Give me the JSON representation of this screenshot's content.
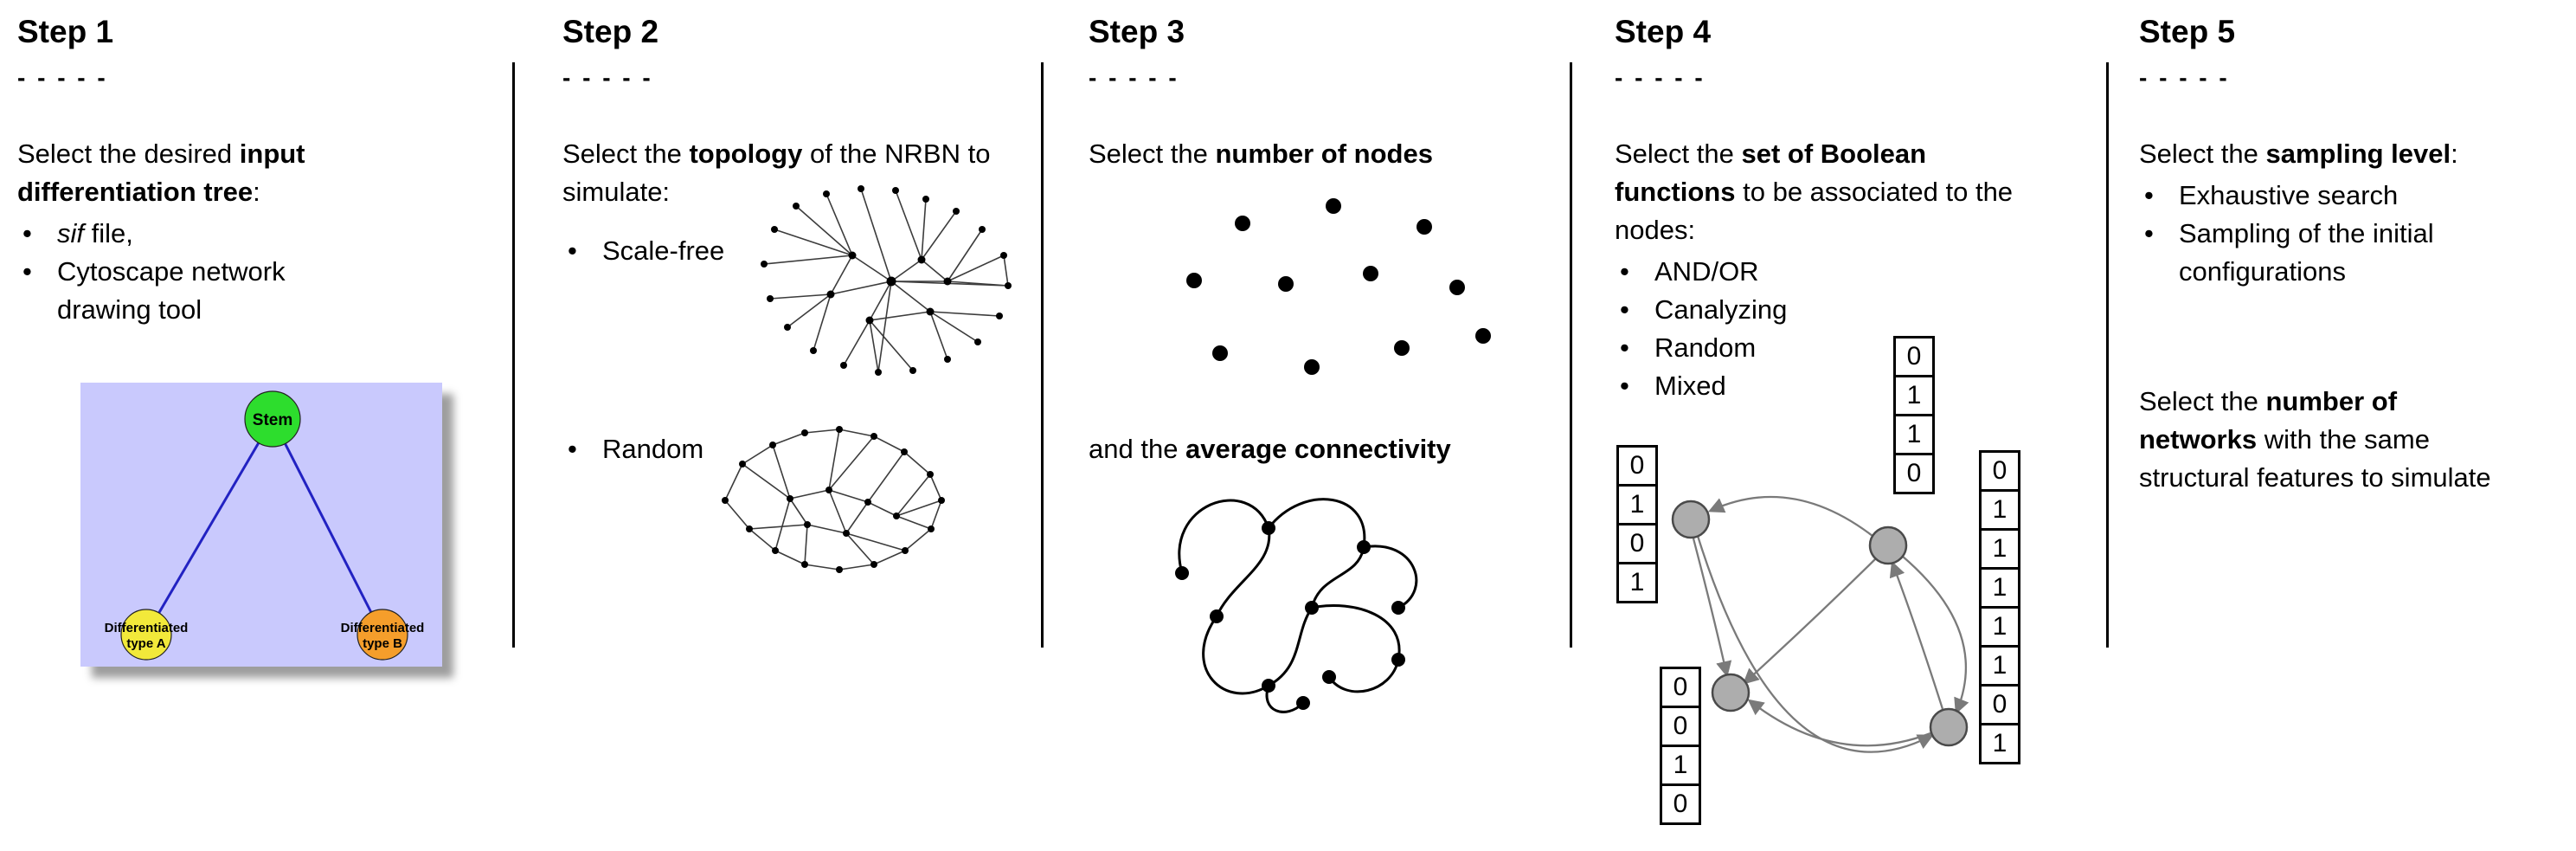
{
  "ui": {
    "bullet_char": "•",
    "divider_color": "#000000",
    "background": "#ffffff"
  },
  "steps": [
    {
      "title": "Step 1",
      "dashes": "- - - - -",
      "intro_pre": "Select the desired ",
      "intro_bold": "input differentiation tree",
      "intro_post": ":",
      "bullet1_italic": "sif",
      "bullet1_rest": " file,",
      "bullet2": "Cytoscape network drawing tool",
      "tree": {
        "stem_label": "Stem",
        "type_a_line1": "Differentiated",
        "type_a_line2": "type A",
        "type_b_line1": "Differentiated",
        "type_b_line2": "type B",
        "colors": {
          "panel_background": "#c9c9fd",
          "stem_node": "#2ddd2d",
          "type_a_node": "#f2e93a",
          "type_b_node": "#f59e2b",
          "edge": "#2222c2"
        }
      }
    },
    {
      "title": "Step 2",
      "dashes": "- - - - -",
      "intro_pre": "Select the ",
      "intro_bold": "topology",
      "intro_post": " of the NRBN to simulate:",
      "bullets": [
        "Scale-free",
        "Random"
      ]
    },
    {
      "title": "Step 3",
      "dashes": "- - - - -",
      "line1_pre": "Select the ",
      "line1_bold": "number of nodes",
      "line2_pre": "and the ",
      "line2_bold": "average connectivity"
    },
    {
      "title": "Step 4",
      "dashes": "- - - - -",
      "intro_pre": "Select the ",
      "intro_bold": "set of Boolean functions",
      "intro_post": " to be associated to the nodes:",
      "bullets": [
        "AND/OR",
        "Canalyzing",
        "Random",
        "Mixed"
      ],
      "tables": {
        "top": [
          "0",
          "1",
          "1",
          "0"
        ],
        "left": [
          "0",
          "1",
          "0",
          "1"
        ],
        "right": [
          "0",
          "1",
          "1",
          "1",
          "1",
          "1",
          "0",
          "1"
        ],
        "bottom_left": [
          "0",
          "0",
          "1",
          "0"
        ]
      }
    },
    {
      "title": "Step 5",
      "dashes": "- - - - -",
      "intro_pre": "Select the ",
      "intro_bold": "sampling level",
      "intro_post": ":",
      "bullets": [
        "Exhaustive search",
        "Sampling of the initial configurations"
      ],
      "para_l1_pre": "Select the ",
      "para_l1_bold": "number of",
      "para_l2_bold": "networks",
      "para_l2_rest": " with the same",
      "para_l3": "structural features to simulate"
    }
  ]
}
